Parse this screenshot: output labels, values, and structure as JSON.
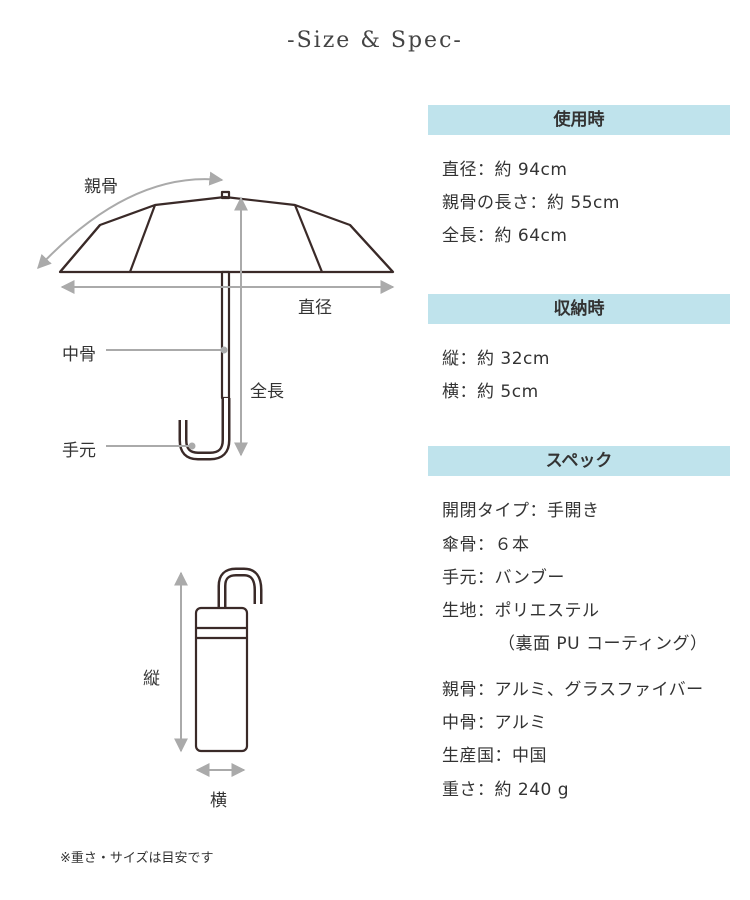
{
  "title": "-Size & Spec-",
  "diagram_labels": {
    "rib": "親骨",
    "diameter": "直径",
    "shaft": "中骨",
    "total_length": "全長",
    "handle": "手元",
    "height": "縦",
    "width": "横"
  },
  "sections": [
    {
      "header": "使用時",
      "lines": [
        "直径：約 94cm",
        "親骨の長さ：約 55cm",
        "全長：約 64cm"
      ]
    },
    {
      "header": "収納時",
      "lines": [
        "縦：約 32cm",
        "横：約 5cm"
      ]
    },
    {
      "header": "スペック",
      "lines": [
        "開閉タイプ：手開き",
        "傘骨：６本",
        "手元：バンブー",
        "生地：ポリエステル",
        "（裏面 PU コーティング）",
        "親骨：アルミ、グラスファイバー",
        "中骨：アルミ",
        "生産国：中国",
        "重さ：約 240 g"
      ]
    }
  ],
  "note": "※重さ・サイズは目安です",
  "colors": {
    "header_bg": "#bfe3ec",
    "outline": "#3a2a28",
    "arrow": "#aaaaaa"
  }
}
